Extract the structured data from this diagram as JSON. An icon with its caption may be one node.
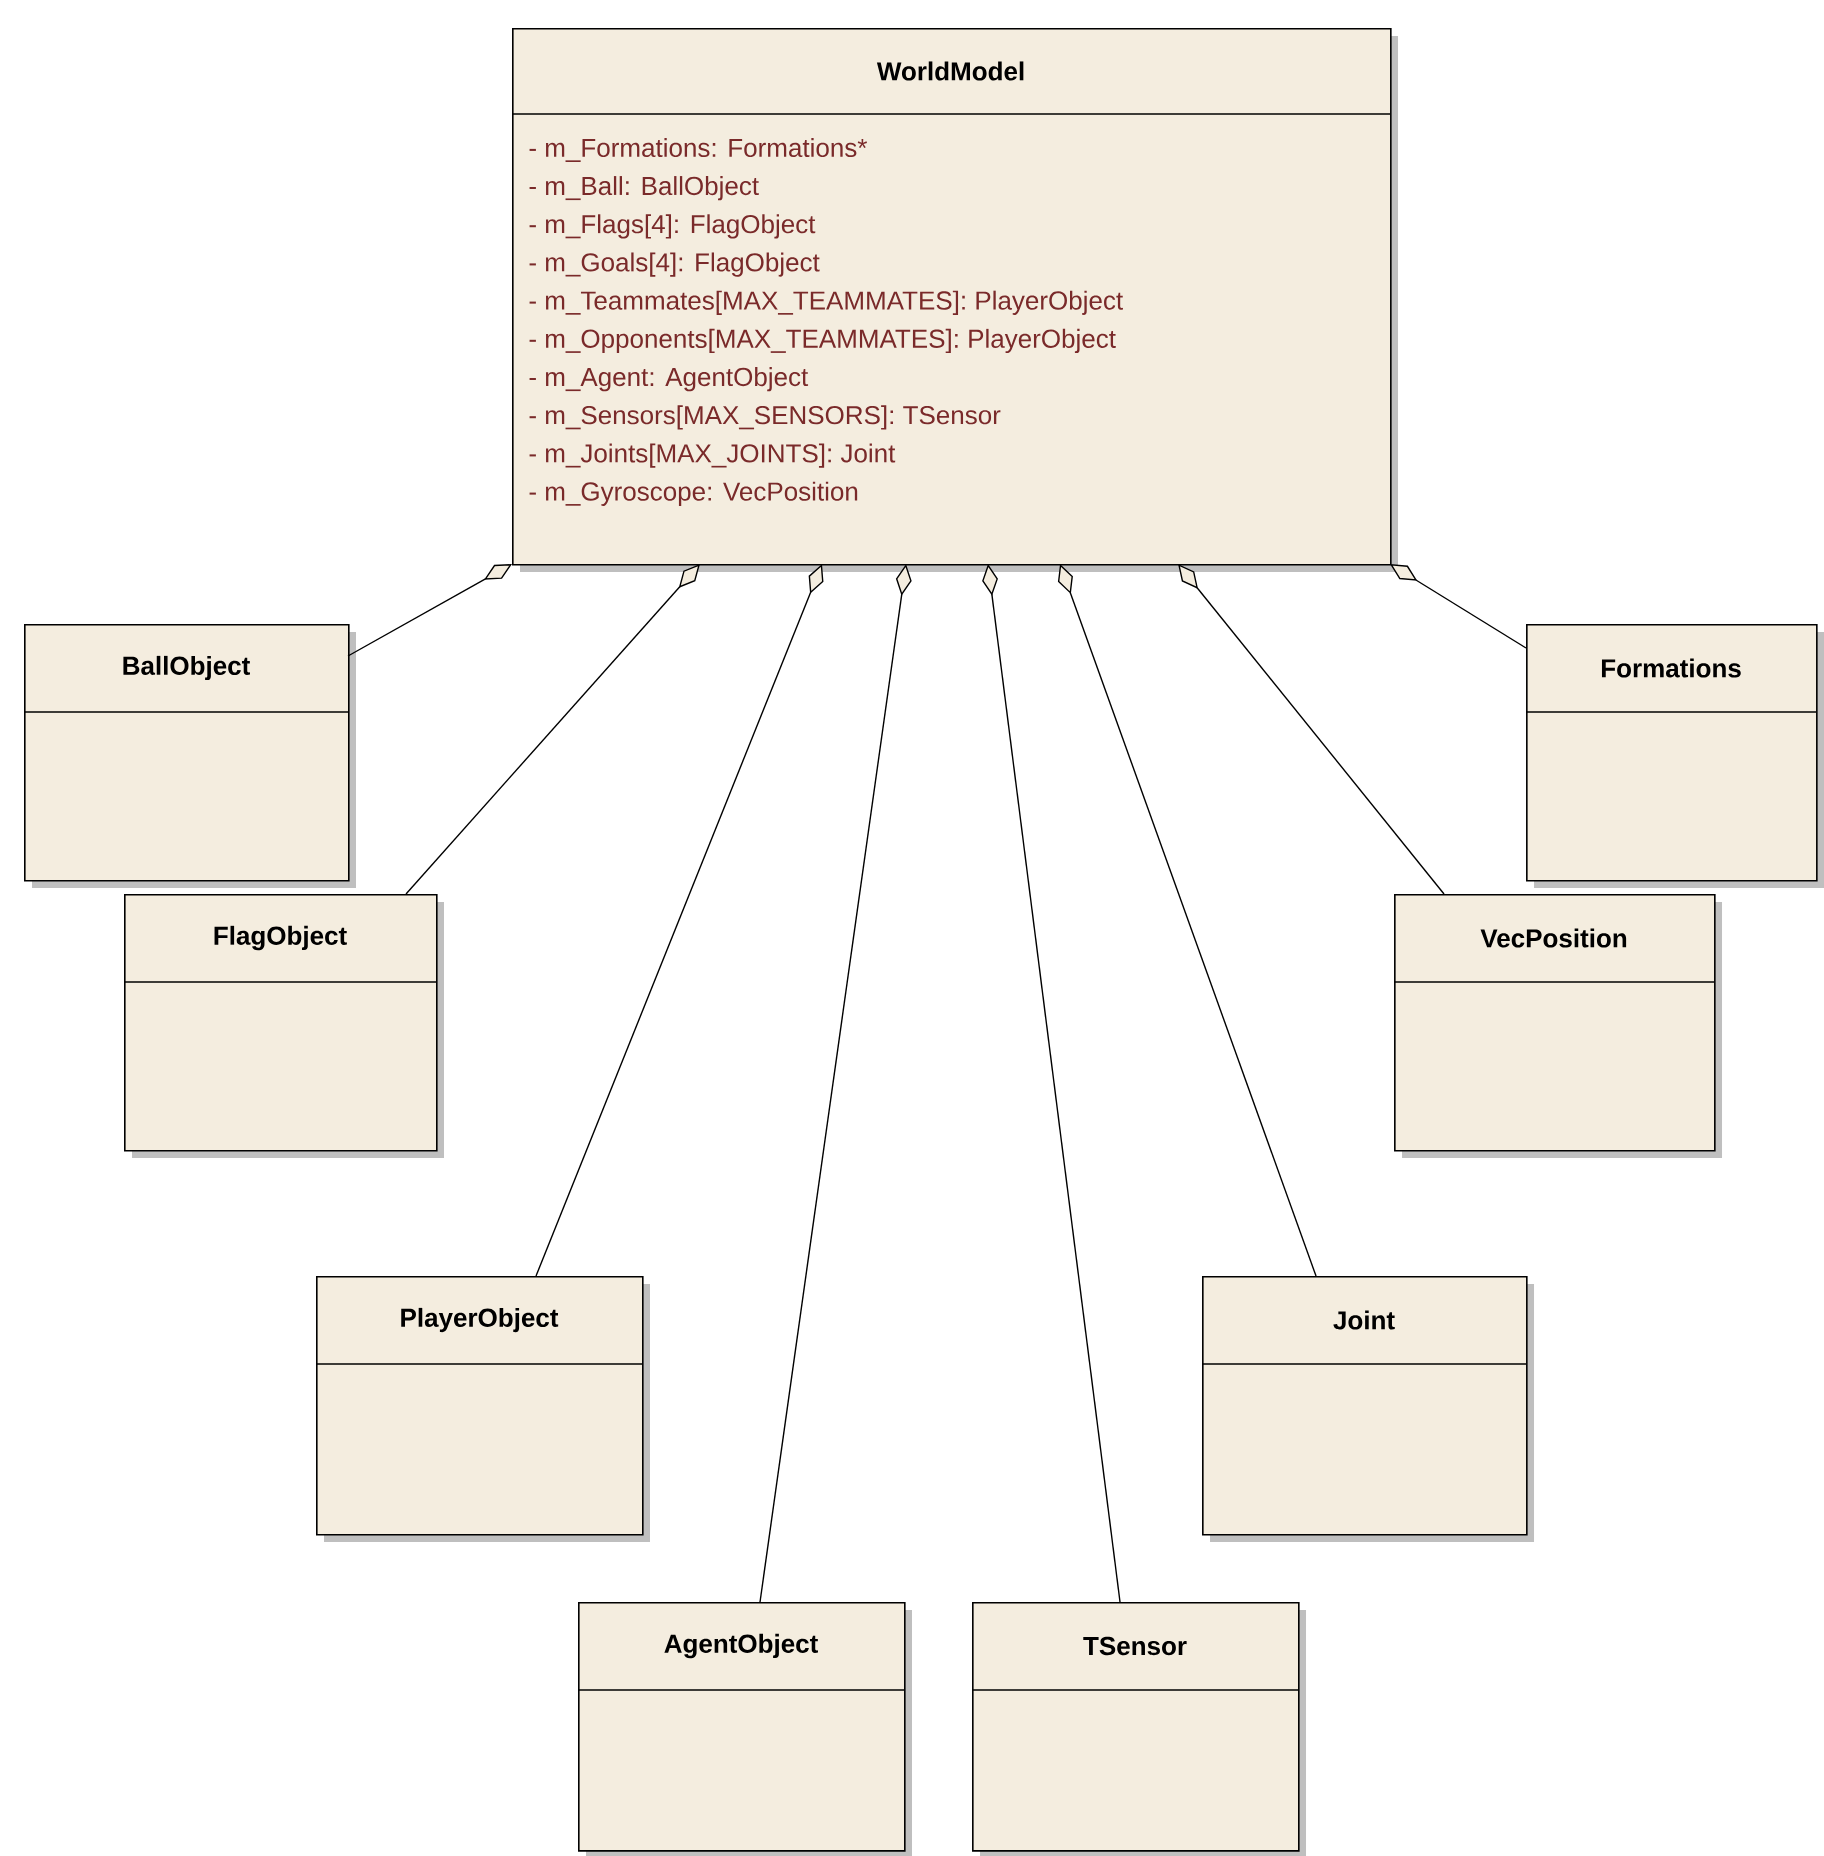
{
  "diagram": {
    "nodes": [
      {
        "text": [
          "WorldModel",
          "- m_Formations: Formations*",
          "- m_Ball: BallObject",
          "- m_Flags[4]: FlagObject",
          "- m_Goals[4]: FlagObject",
          "- m_Teammates[MAX_TEAMMATES]: PlayerObject",
          "- m_Opponents[MAX_TEAMMATES]: PlayerObject",
          "- m_Agent: AgentObject",
          "- m_Sensors[MAX_SENSORS]: TSensor",
          "- m_Joints[MAX_JOINTS]: Joint",
          "- m_Gyroscope: VecPosition"
        ]
      },
      {
        "text": [
          "BallObject"
        ]
      },
      {
        "text": [
          "Formations"
        ]
      },
      {
        "text": [
          "FlagObject"
        ]
      },
      {
        "text": [
          "VecPosition"
        ]
      },
      {
        "text": [
          "PlayerObject"
        ]
      },
      {
        "text": [
          "Joint"
        ]
      },
      {
        "text": [
          "AgentObject"
        ]
      },
      {
        "text": [
          "TSensor"
        ]
      }
    ],
    "edges": [
      {
        "from": 0,
        "to": 1,
        "arrow": "other"
      },
      {
        "from": 0,
        "to": 2,
        "arrow": "other"
      },
      {
        "from": 0,
        "to": 3,
        "arrow": "other"
      },
      {
        "from": 0,
        "to": 5,
        "arrow": "other"
      },
      {
        "from": 0,
        "to": 7,
        "arrow": "other"
      },
      {
        "from": 0,
        "to": 8,
        "arrow": "other"
      },
      {
        "from": 0,
        "to": 6,
        "arrow": "other"
      },
      {
        "from": 0,
        "to": 4,
        "arrow": "other"
      }
    ]
  }
}
